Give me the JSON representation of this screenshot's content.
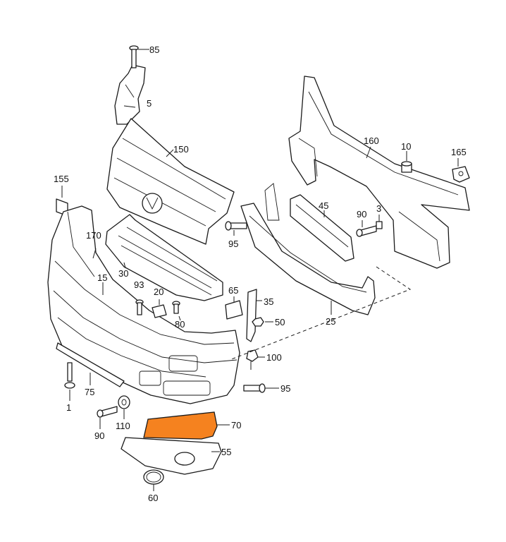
{
  "diagram": {
    "highlight_color": "#f5821f",
    "highlighted_part": "70",
    "callouts": {
      "c85": "85",
      "c5": "5",
      "c150": "150",
      "c155": "155",
      "c170": "170",
      "c30": "30",
      "c15": "15",
      "c93": "93",
      "c20": "20",
      "c80": "80",
      "c65": "65",
      "c35": "35",
      "c50": "50",
      "c95a": "95",
      "c45": "45",
      "c90a": "90",
      "c3": "3",
      "c160": "160",
      "c10": "10",
      "c165": "165",
      "c25": "25",
      "c100": "100",
      "c95b": "95",
      "c75": "75",
      "c1": "1",
      "c90b": "90",
      "c110": "110",
      "c70": "70",
      "c55": "55",
      "c60": "60"
    }
  }
}
